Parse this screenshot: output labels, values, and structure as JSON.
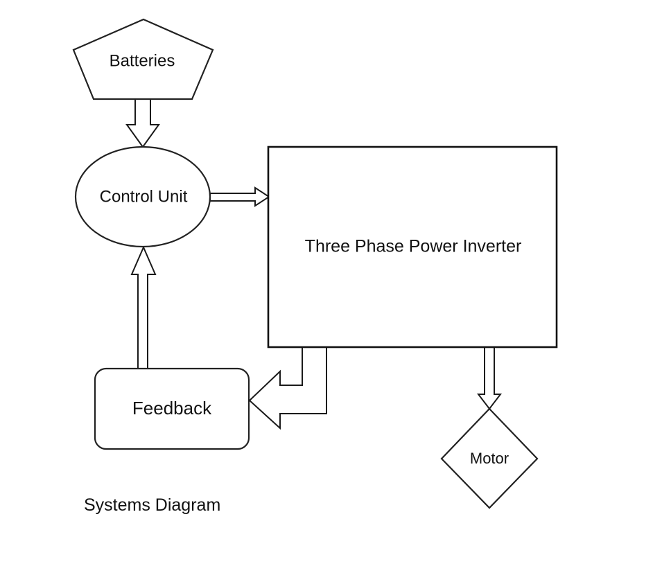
{
  "diagram": {
    "nodes": {
      "batteries": {
        "label": "Batteries",
        "shape": "pentagon"
      },
      "control_unit": {
        "label": "Control Unit",
        "shape": "ellipse"
      },
      "inverter": {
        "label": "Three Phase Power Inverter",
        "shape": "rectangle"
      },
      "feedback": {
        "label": "Feedback",
        "shape": "rounded-rectangle"
      },
      "motor": {
        "label": "Motor",
        "shape": "diamond"
      }
    },
    "edges": [
      {
        "from": "Batteries",
        "to": "Control Unit"
      },
      {
        "from": "Control Unit",
        "to": "Three Phase Power Inverter"
      },
      {
        "from": "Three Phase Power Inverter",
        "to": "Feedback"
      },
      {
        "from": "Feedback",
        "to": "Control Unit"
      },
      {
        "from": "Three Phase Power Inverter",
        "to": "Motor"
      }
    ],
    "caption": "Systems Diagram"
  }
}
